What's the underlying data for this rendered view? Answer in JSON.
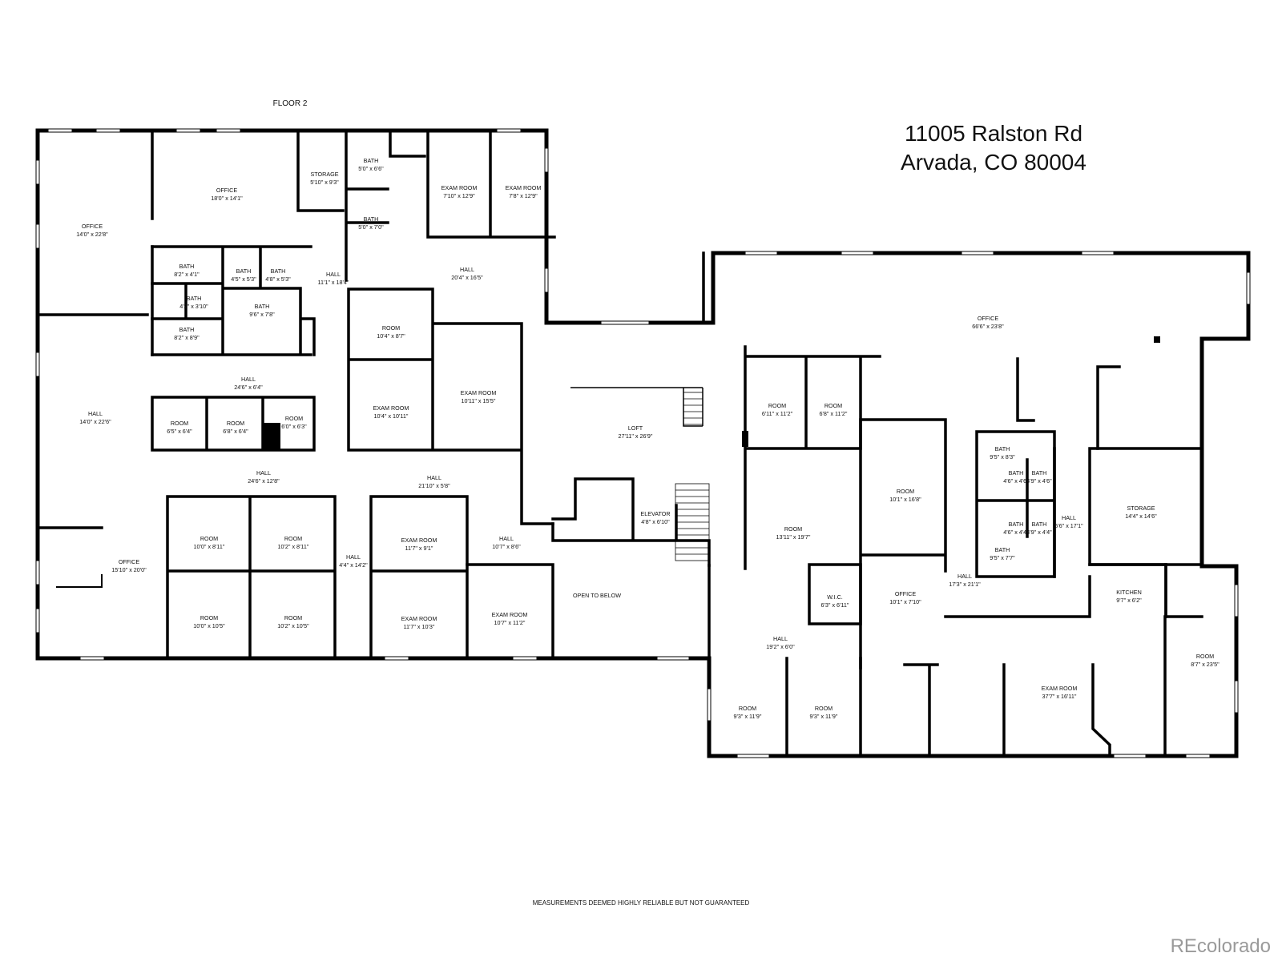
{
  "floor_label": "FLOOR 2",
  "address": {
    "line1": "11005 Ralston Rd",
    "line2": "Arvada, CO  80004"
  },
  "disclaimer": "MEASUREMENTS DEEMED HIGHLY RELIABLE BUT NOT GUARANTEED",
  "brand": "REcolorado",
  "rooms": [
    {
      "name": "OFFICE",
      "dim": "14'0\" x 22'8\""
    },
    {
      "name": "OFFICE",
      "dim": "18'0\" x 14'1\""
    },
    {
      "name": "STORAGE",
      "dim": "5'10\" x 9'3\""
    },
    {
      "name": "BATH",
      "dim": "5'0\" x 6'6\""
    },
    {
      "name": "BATH",
      "dim": "5'0\" x 7'0\""
    },
    {
      "name": "EXAM ROOM",
      "dim": "7'10\" x 12'9\""
    },
    {
      "name": "EXAM ROOM",
      "dim": "7'8\" x 12'9\""
    },
    {
      "name": "BATH",
      "dim": "8'2\" x 4'1\""
    },
    {
      "name": "BATH",
      "dim": "4'5\" x 5'3\""
    },
    {
      "name": "BATH",
      "dim": "4'8\" x 5'3\""
    },
    {
      "name": "HALL",
      "dim": "11'1\" x 18'4\""
    },
    {
      "name": "HALL",
      "dim": "20'4\" x 16'5\""
    },
    {
      "name": "BATH",
      "dim": "4'2\" x 3'10\""
    },
    {
      "name": "BATH",
      "dim": "8'2\" x 8'9\""
    },
    {
      "name": "BATH",
      "dim": "9'6\" x 7'8\""
    },
    {
      "name": "ROOM",
      "dim": "10'4\" x 8'7\""
    },
    {
      "name": "HALL",
      "dim": "24'6\" x 6'4\""
    },
    {
      "name": "EXAM ROOM",
      "dim": "10'4\" x 10'11\""
    },
    {
      "name": "EXAM ROOM",
      "dim": "10'11\" x 15'5\""
    },
    {
      "name": "HALL",
      "dim": "14'0\" x 22'6\""
    },
    {
      "name": "ROOM",
      "dim": "6'5\" x 6'4\""
    },
    {
      "name": "ROOM",
      "dim": "6'8\" x 6'4\""
    },
    {
      "name": "ROOM",
      "dim": "6'0\" x 6'3\""
    },
    {
      "name": "HALL",
      "dim": "24'6\" x 12'8\""
    },
    {
      "name": "HALL",
      "dim": "21'10\" x 5'8\""
    },
    {
      "name": "LOFT",
      "dim": "27'11\" x 26'9\""
    },
    {
      "name": "ROOM",
      "dim": "10'0\" x 8'11\""
    },
    {
      "name": "ROOM",
      "dim": "10'2\" x 8'11\""
    },
    {
      "name": "EXAM ROOM",
      "dim": "11'7\" x 9'1\""
    },
    {
      "name": "HALL",
      "dim": "10'7\" x 8'6\""
    },
    {
      "name": "ELEVATOR",
      "dim": "4'8\" x 6'10\""
    },
    {
      "name": "OFFICE",
      "dim": "15'10\" x 20'0\""
    },
    {
      "name": "HALL",
      "dim": "4'4\" x 14'2\""
    },
    {
      "name": "ROOM",
      "dim": "10'0\" x 10'5\""
    },
    {
      "name": "ROOM",
      "dim": "10'2\" x 10'5\""
    },
    {
      "name": "EXAM ROOM",
      "dim": "11'7\" x 10'3\""
    },
    {
      "name": "EXAM ROOM",
      "dim": "10'7\" x 11'2\""
    },
    {
      "name": "OPEN TO BELOW",
      "dim": ""
    },
    {
      "name": "OFFICE",
      "dim": "66'6\" x 23'8\""
    },
    {
      "name": "ROOM",
      "dim": "6'11\" x 11'2\""
    },
    {
      "name": "ROOM",
      "dim": "6'8\" x 11'2\""
    },
    {
      "name": "BATH",
      "dim": "9'5\" x 8'3\""
    },
    {
      "name": "BATH",
      "dim": "4'6\" x 4'6\""
    },
    {
      "name": "BATH",
      "dim": "4'9\" x 4'6\""
    },
    {
      "name": "ROOM",
      "dim": "10'1\" x 16'8\""
    },
    {
      "name": "STORAGE",
      "dim": "14'4\" x 14'6\""
    },
    {
      "name": "ROOM",
      "dim": "13'11\" x 19'7\""
    },
    {
      "name": "BATH",
      "dim": "4'6\" x 4'4\""
    },
    {
      "name": "BATH",
      "dim": "4'9\" x 4'4\""
    },
    {
      "name": "HALL",
      "dim": "5'6\" x 17'1\""
    },
    {
      "name": "BATH",
      "dim": "9'5\" x 7'7\""
    },
    {
      "name": "W.I.C.",
      "dim": "6'3\" x 6'11\""
    },
    {
      "name": "OFFICE",
      "dim": "10'1\" x 7'10\""
    },
    {
      "name": "HALL",
      "dim": "17'3\" x 21'1\""
    },
    {
      "name": "KITCHEN",
      "dim": "9'7\" x 6'2\""
    },
    {
      "name": "HALL",
      "dim": "19'2\" x 6'0\""
    },
    {
      "name": "ROOM",
      "dim": "9'3\" x 11'9\""
    },
    {
      "name": "ROOM",
      "dim": "9'3\" x 11'9\""
    },
    {
      "name": "EXAM ROOM",
      "dim": "37'7\" x 16'11\""
    },
    {
      "name": "ROOM",
      "dim": "8'7\" x 23'5\""
    }
  ]
}
